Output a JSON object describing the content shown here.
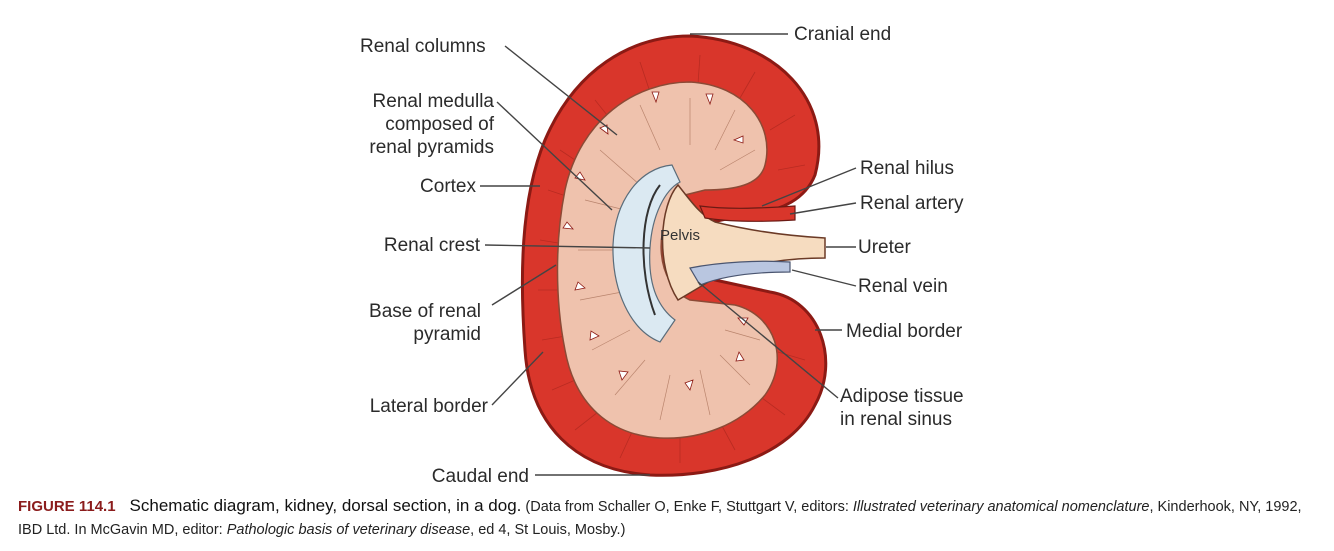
{
  "figure": {
    "labels": {
      "renal_columns": "Renal columns",
      "renal_medulla": [
        "Renal medulla",
        "composed of",
        "renal pyramids"
      ],
      "cortex": "Cortex",
      "renal_crest": "Renal crest",
      "base_of_renal_pyramid": [
        "Base of renal",
        "pyramid"
      ],
      "lateral_border": "Lateral border",
      "caudal_end": "Caudal end",
      "cranial_end": "Cranial end",
      "renal_hilus": "Renal hilus",
      "renal_artery": "Renal artery",
      "ureter": "Ureter",
      "renal_vein": "Renal vein",
      "medial_border": "Medial border",
      "adipose_tissue": [
        "Adipose tissue",
        "in renal sinus"
      ],
      "pelvis": "Pelvis"
    },
    "colors": {
      "cortex": "#d9362b",
      "cortex_outline": "#8c1a14",
      "medulla": "#efc2ad",
      "crest": "#dbe9f2",
      "pelvis": "#f6dcc0",
      "vein": "#b9c6e0",
      "caption_accent": "#8b1c1c"
    }
  },
  "caption": {
    "number": "FIGURE 114.1",
    "title": "Schematic diagram, kidney, dorsal section, in a dog.",
    "source_prefix": "(Data from Schaller O, Enke F, Stuttgart V, editors: ",
    "source_title1": "Illustrated veterinary anatomical nomenclature",
    "source_mid": ", Kinderhook, NY, 1992, IBD Ltd. In McGavin MD, editor: ",
    "source_title2": "Pathologic basis of veterinary disease",
    "source_suffix": ", ed 4, St Louis, Mosby.)"
  }
}
